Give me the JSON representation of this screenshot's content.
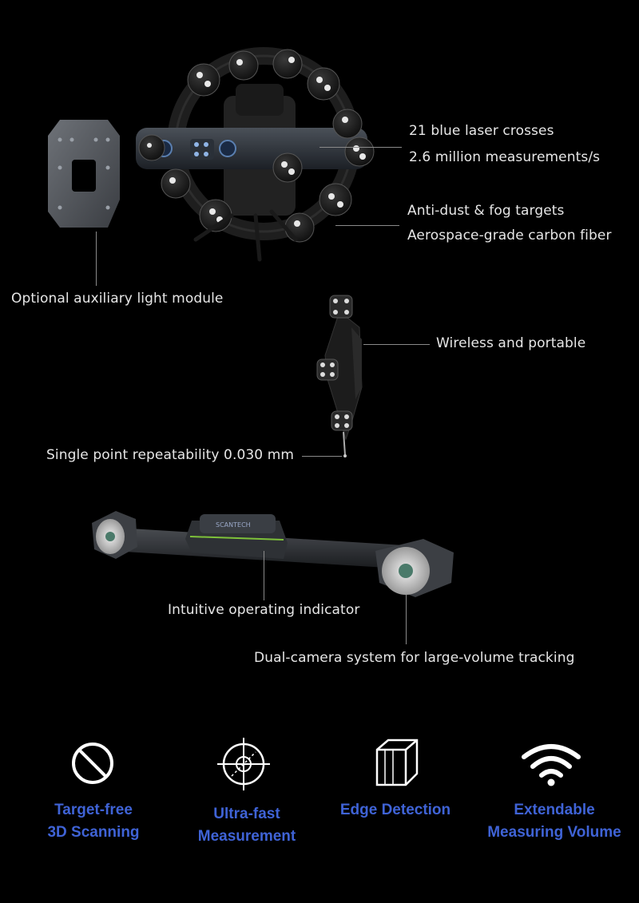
{
  "callouts": {
    "laser_crosses": "21 blue laser crosses",
    "measurements": "2.6 million measurements/s",
    "anti_dust": "Anti-dust & fog targets",
    "carbon_fiber": "Aerospace-grade carbon fiber",
    "aux_light": "Optional auxiliary light module",
    "wireless": "Wireless and portable",
    "repeatability": "Single point repeatability 0.030 mm",
    "indicator": "Intuitive operating indicator",
    "dual_camera": "Dual-camera system for large-volume tracking"
  },
  "features": [
    {
      "line1": "Target-free",
      "line2": "3D Scanning",
      "icon": "no-sign-icon"
    },
    {
      "line1": "Ultra-fast",
      "line2": "Measurement",
      "icon": "crosshair-icon"
    },
    {
      "line1": "Edge Detection",
      "line2": "",
      "icon": "cube-edge-icon"
    },
    {
      "line1": "Extendable",
      "line2": "Measuring Volume",
      "icon": "wifi-icon"
    }
  ],
  "colors": {
    "background": "#000000",
    "accent": "#3f63d6",
    "text": "#e6e6e6"
  },
  "brand": {
    "scanner_logo": "SCANTECH"
  }
}
